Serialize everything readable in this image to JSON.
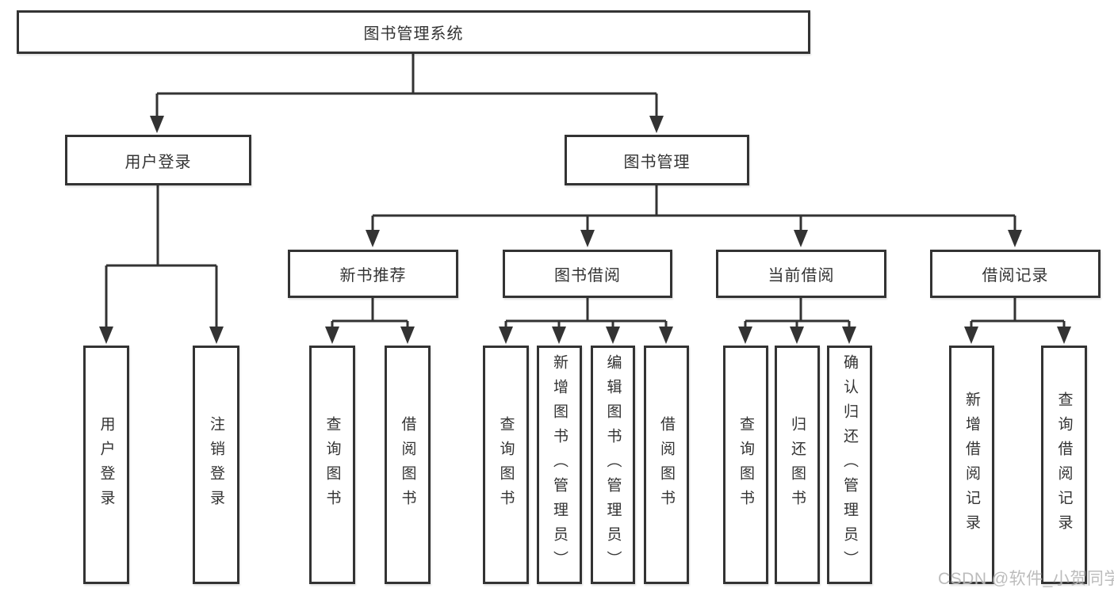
{
  "diagram": {
    "root": {
      "label": "图书管理系统"
    },
    "level2": [
      {
        "label": "用户登录"
      },
      {
        "label": "图书管理"
      }
    ],
    "level3": [
      {
        "label": "新书推荐"
      },
      {
        "label": "图书借阅"
      },
      {
        "label": "当前借阅"
      },
      {
        "label": "借阅记录"
      }
    ],
    "leaves": {
      "user_login": [
        "用户登录",
        "注销登录"
      ],
      "new_book": [
        "查询图书",
        "借阅图书"
      ],
      "book_borrow": [
        "查询图书",
        "新增图书（管理员）",
        "编辑图书（管理员）",
        "借阅图书"
      ],
      "current_borrow": [
        "查询图书",
        "归还图书",
        "确认归还（管理员）"
      ],
      "borrow_records": [
        "新增借阅记录",
        "查询借阅记录"
      ]
    }
  },
  "watermark": "CSDN @软件_小贺同学",
  "colors": {
    "line": "#333333",
    "box_bg": "#ffffff",
    "text": "#333333",
    "watermark": "#b7b7b7"
  }
}
